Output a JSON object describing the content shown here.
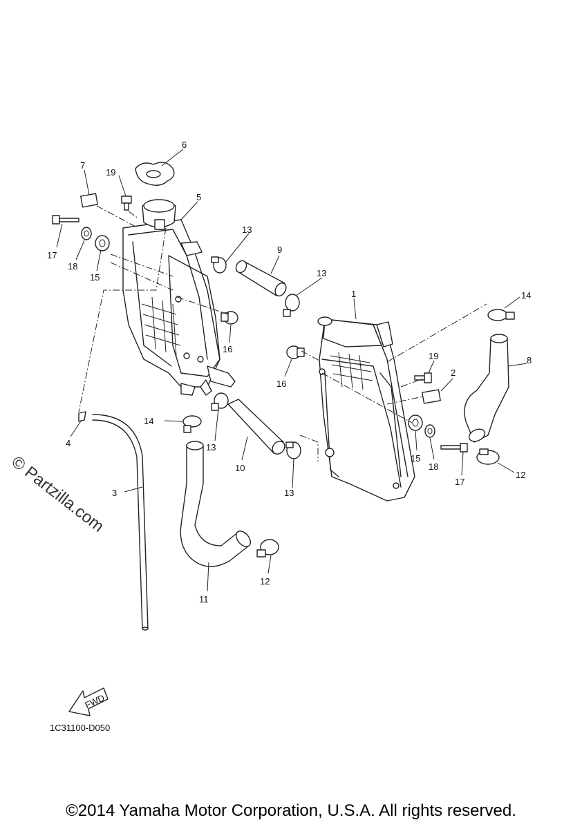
{
  "diagram": {
    "watermark": "© Partzilla.com",
    "diagram_code": "1C31100-D050",
    "fwd_label": "FWD",
    "copyright": "©2014 Yamaha Motor Corporation, U.S.A. All rights reserved.",
    "callouts": {
      "c1": "1",
      "c2": "2",
      "c3": "3",
      "c4": "4",
      "c5": "5",
      "c6": "6",
      "c7": "7",
      "c8": "8",
      "c9": "9",
      "c10": "10",
      "c11": "11",
      "c12a": "12",
      "c12b": "12",
      "c13a": "13",
      "c13b": "13",
      "c13c": "13",
      "c13d": "13",
      "c14a": "14",
      "c14b": "14",
      "c15a": "15",
      "c15b": "15",
      "c16a": "16",
      "c16b": "16",
      "c17a": "17",
      "c17b": "17",
      "c18a": "18",
      "c18b": "18",
      "c19a": "19",
      "c19b": "19"
    }
  }
}
